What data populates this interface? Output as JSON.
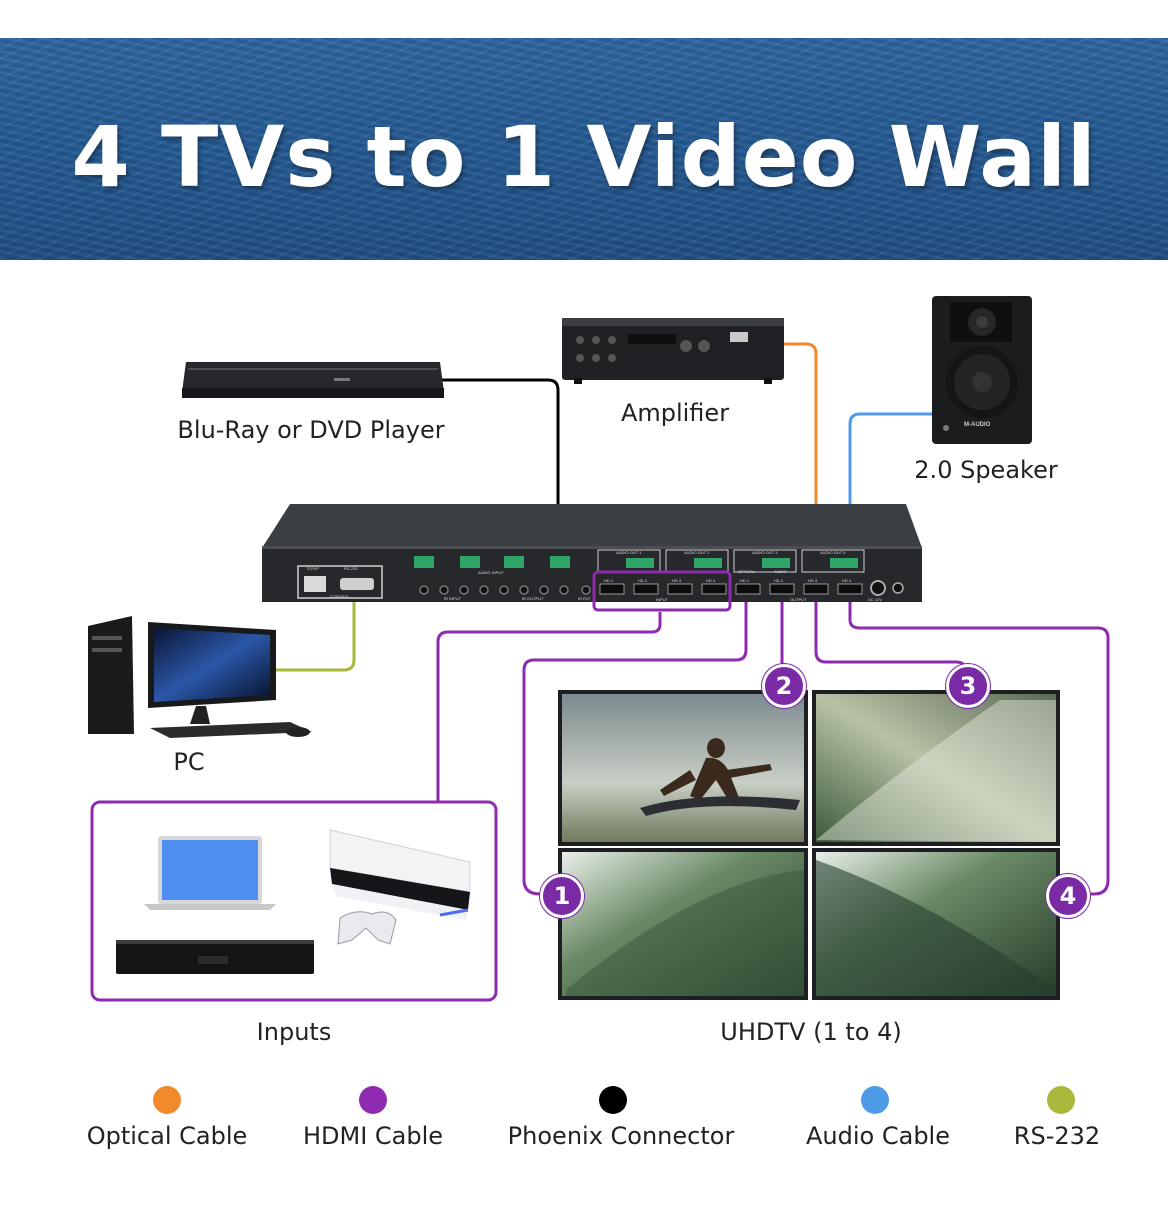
{
  "title": "4 TVs to 1 Video Wall",
  "devices": {
    "bluray": "Blu-Ray or DVD Player",
    "amplifier": "Amplifier",
    "speaker": "2.0 Speaker",
    "pc": "PC",
    "inputs": "Inputs",
    "uhdtv": "UHDTV (1 to 4)"
  },
  "matrix": {
    "tcpip": "TCP/IP",
    "rs232": "RS-232",
    "control": "CONTROL",
    "audio_input": "AUDIO INPUT",
    "ir_input": "IR INPUT",
    "ir_output": "IR OUTPUT",
    "ir_ext": "IR EXT",
    "input": "INPUT",
    "output": "OUTPUT",
    "dc": "DC 12V",
    "optical": "OPTICAL",
    "audio": "AUDIO",
    "audio_out_1": "AUDIO OUT 1",
    "audio_out_2": "AUDIO OUT 2",
    "audio_out_3": "AUDIO OUT 3",
    "audio_out_4": "AUDIO OUT 4",
    "in_ports": [
      "HD 1",
      "HD 2",
      "HD 3",
      "HD 4"
    ],
    "out_ports": [
      "HD 1",
      "HD 2",
      "HD 3",
      "HD 4"
    ]
  },
  "speaker_brand": "M-AUDIO",
  "badges": [
    "1",
    "2",
    "3",
    "4"
  ],
  "legend": [
    {
      "label": "Optical Cable",
      "color": "#f08a2c"
    },
    {
      "label": "HDMI Cable",
      "color": "#8e2bb0"
    },
    {
      "label": "Phoenix Connector",
      "color": "#000000"
    },
    {
      "label": "Audio Cable",
      "color": "#4f9be8"
    },
    {
      "label": "RS-232",
      "color": "#a9b83a"
    }
  ],
  "colors": {
    "banner": "#245a94",
    "optical": "#f08a2c",
    "hdmi": "#8e2bb0",
    "phoenix": "#000000",
    "audio": "#4f9be8",
    "rs232": "#a9b83a"
  }
}
